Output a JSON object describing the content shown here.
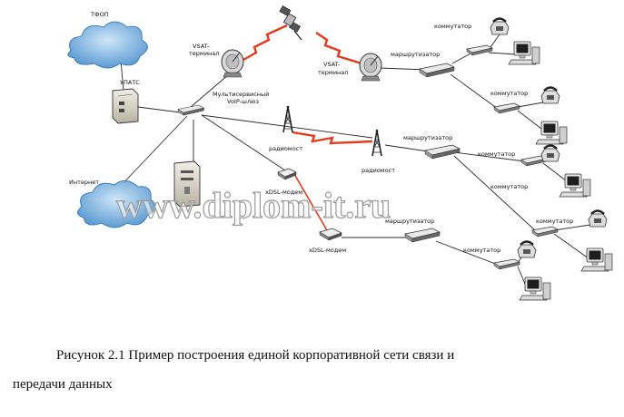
{
  "labels": {
    "tfop": "ТФОП",
    "upats": "УПАТС",
    "internet": "Интернет",
    "vsat1_l1": "VSAT-",
    "vsat1_l2": "терминал",
    "vsat2_l1": "VSAT-",
    "vsat2_l2": "терминал",
    "gateway_l1": "Мультисервисный",
    "gateway_l2": "VoIP-шлюз",
    "radio1": "радиомост",
    "radio2": "радиомост",
    "xdsl1": "xDSL-модем",
    "xdsl2": "xDSL-модем",
    "router1": "маршрутизатор",
    "router2": "маршрутизатор",
    "router3": "маршрутизатор",
    "switch1": "коммутатор",
    "switch2": "коммутатор",
    "switch3": "коммутатор",
    "switch4": "коммутатор",
    "switch5": "коммутатор",
    "switch6": "коммутатор"
  },
  "watermark": "www.diplom-it.ru",
  "caption": {
    "line1": "Рисунок 2.1   Пример построения единой корпоративной сети связи и",
    "line2": "передачи данных"
  },
  "colors": {
    "link": "#2a2a2a",
    "wireless": "#e53a1a",
    "cloud": "#6aa6d8",
    "device": "#d8d2c4"
  }
}
